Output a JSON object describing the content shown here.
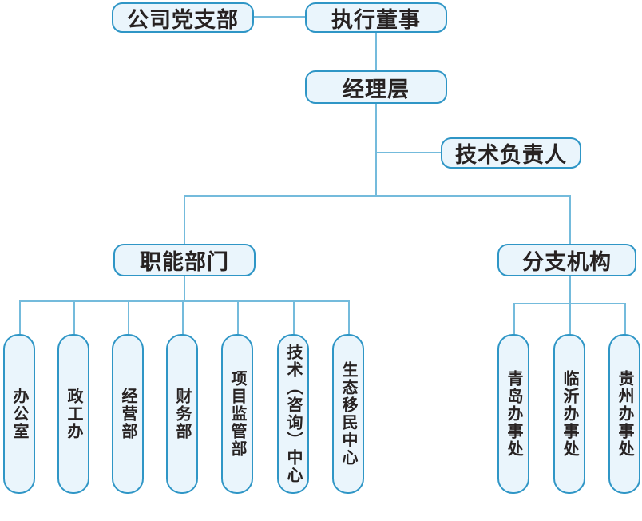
{
  "colors": {
    "node_fill": "#eaf5fc",
    "node_border": "#2f96c6",
    "connector": "#74bbdc",
    "text": "#272222",
    "background": "#ffffff"
  },
  "chart_data": {
    "type": "org-chart",
    "title": "",
    "nodes": {
      "party_branch": "公司党支部",
      "executive_director": "执行董事",
      "management": "经理层",
      "technical_lead": "技术负责人",
      "functional_departments": "职能部门",
      "branch_offices": "分支机构"
    },
    "edges": [
      [
        "公司党支部",
        "执行董事"
      ],
      [
        "执行董事",
        "经理层"
      ],
      [
        "经理层",
        "技术负责人"
      ],
      [
        "经理层",
        "职能部门"
      ],
      [
        "经理层",
        "分支机构"
      ]
    ]
  },
  "nodes": {
    "party_branch": "公司党支部",
    "executive_director": "执行董事",
    "management": "经理层",
    "technical_lead": "技术负责人",
    "functional_departments": "职能部门",
    "branch_offices": "分支机构"
  },
  "functional_children": [
    "办公室",
    "政工办",
    "经营部",
    "财务部",
    "项目监管部",
    "技术（咨询）中心",
    "生态移民中心"
  ],
  "branch_children": [
    "青岛办事处",
    "临沂办事处",
    "贵州办事处"
  ]
}
